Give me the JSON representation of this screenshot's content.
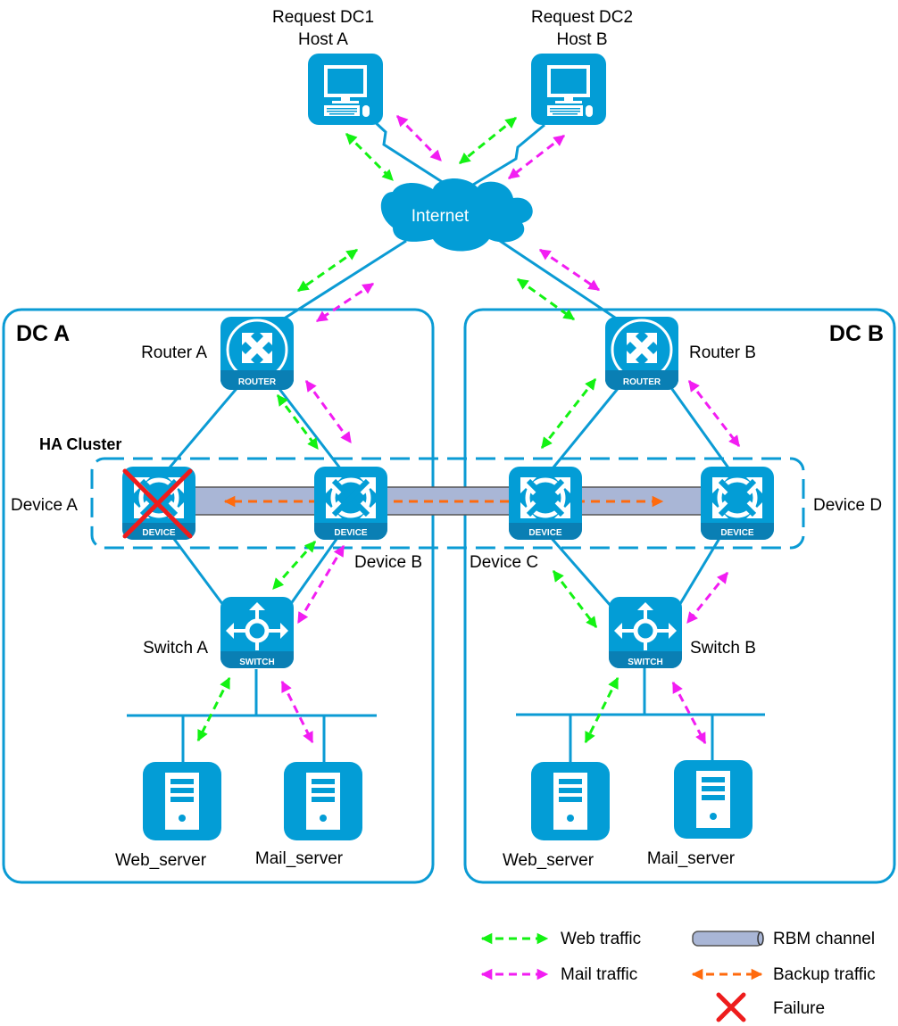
{
  "colors": {
    "link": "#0b9bd4",
    "icon": "#039dd6",
    "icon_band": "#0a7fb4",
    "web": "#13f213",
    "mail": "#f21df2",
    "backup": "#ff6a0d",
    "rbm": "#a9b6d6",
    "failure": "#ee1c1c"
  },
  "hosts": {
    "a": {
      "line1": "Request DC1",
      "line2": "Host A"
    },
    "b": {
      "line1": "Request DC2",
      "line2": "Host B"
    }
  },
  "internet": {
    "label": "Internet"
  },
  "dc_a": {
    "title": "DC A",
    "router": {
      "label": "Router A",
      "tag": "ROUTER"
    },
    "device_a": {
      "label": "Device A",
      "tag": "DEVICE",
      "failed": true
    },
    "device_b": {
      "label": "Device B",
      "tag": "DEVICE"
    },
    "switch": {
      "label": "Switch A",
      "tag": "SWITCH"
    },
    "web_server": {
      "label": "Web_server"
    },
    "mail_server": {
      "label": "Mail_server"
    }
  },
  "dc_b": {
    "title": "DC B",
    "router": {
      "label": "Router B",
      "tag": "ROUTER"
    },
    "device_c": {
      "label": "Device C",
      "tag": "DEVICE"
    },
    "device_d": {
      "label": "Device D",
      "tag": "DEVICE"
    },
    "switch": {
      "label": "Switch B",
      "tag": "SWITCH"
    },
    "web_server": {
      "label": "Web_server"
    },
    "mail_server": {
      "label": "Mail_server"
    }
  },
  "ha_cluster": {
    "label": "HA Cluster"
  },
  "legend": {
    "web": "Web traffic",
    "mail": "Mail traffic",
    "rbm": "RBM channel",
    "backup": "Backup traffic",
    "failure": "Failure"
  }
}
